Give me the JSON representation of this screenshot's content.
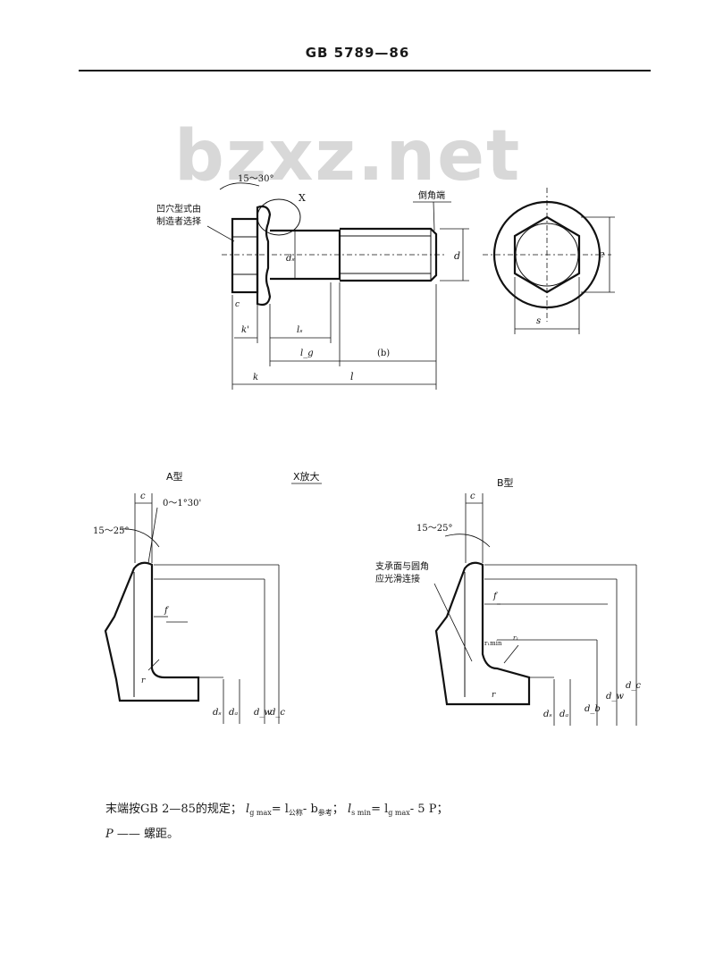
{
  "header": {
    "standard_number": "GB 5789—86"
  },
  "watermark": {
    "text": "bzxz.net"
  },
  "top_view": {
    "angle_label": "15～30°",
    "x_label": "X",
    "concave_note_line1": "凹穴型式由",
    "concave_note_line2": "制造者选择",
    "chamfer_label": "倒角端",
    "d_label": "d",
    "ds_label": "dₛ",
    "e_label": "e",
    "s_label": "s",
    "c_label": "c",
    "kprime_label": "k'",
    "k_label": "k",
    "ls_label": "lₛ",
    "lg_label": "l_g",
    "b_label": "(b)",
    "l_label": "l"
  },
  "detail_a": {
    "title": "A型",
    "angle_label": "15～25°",
    "angle2_label": "0～1°30'",
    "c_label": "c",
    "f_label": "f",
    "r_label": "r",
    "ds_label": "dₛ",
    "da_label": "dₐ",
    "dw_label": "d_w",
    "dc_label": "d_c"
  },
  "detail_center": {
    "title": "X放大"
  },
  "detail_b": {
    "title": "B型",
    "angle_label": "15～25°",
    "support_note_line1": "支承面与圆角",
    "support_note_line2": "应光滑连接",
    "c_label": "c",
    "f_label": "f",
    "r_label": "r",
    "rmin_label": "r₁min",
    "r1_label": "r₁",
    "ds_label": "dₛ",
    "da_label": "dₐ",
    "db_label": "d_b",
    "dw_label": "d_w",
    "dc_label": "d_c"
  },
  "notes": {
    "line1_prefix": "末端按GB 2—85的规定；",
    "formula1": "l",
    "formula1_sub": "g max",
    "formula1_eq": "= l",
    "formula1_sub2": "公称",
    "formula1_rest": "- b",
    "formula1_sub3": "参考",
    "sep": "；",
    "formula2": "l",
    "formula2_sub": "s min",
    "formula2_eq": "= l",
    "formula2_sub2": "g max",
    "formula2_rest": "- 5 P；",
    "line2_p": "P",
    "line2_rest": "—— 螺距。"
  }
}
